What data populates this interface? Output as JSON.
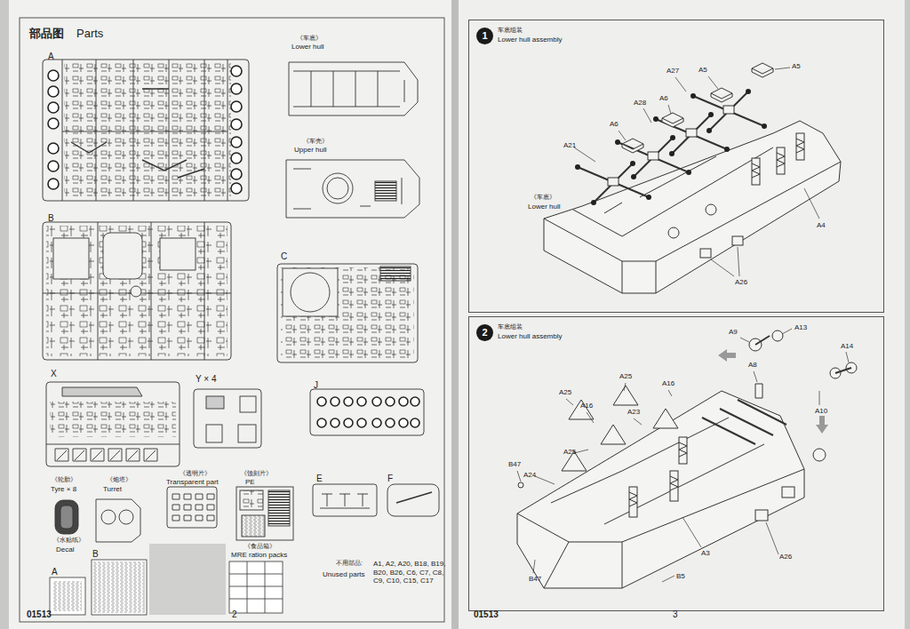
{
  "diagram": {
    "nodes": [
      {
        "text": [
          "车底组装",
          "Lower hull assembly"
        ]
      },
      {
        "text": [
          "1"
        ],
        "in": 0
      },
      {
        "text": [
          "车底组装",
          "Lower hull assembly"
        ]
      },
      {
        "text": [
          "2"
        ],
        "in": 2
      }
    ],
    "labels": [
      "部品图",
      "Parts",
      "A",
      "《车底》",
      "Lower hull",
      "《车壳》",
      "Upper hull",
      "B",
      "C",
      "X",
      "Y × 4",
      "J",
      "《轮胎》",
      "Tyre × 8",
      "《炮塔》",
      "Turret",
      "《透明片》",
      "Transparent part",
      "《蚀刻片》",
      "PE",
      "E",
      "F",
      "《水贴纸》",
      "Decal",
      "A",
      "B",
      "《食品箱》",
      "MRE ration packs",
      "不用部品:",
      "Unused parts",
      "A1, A2, A20, B18, B19, B20, B26, C6, C7, C8, C9, C10, C15, C17",
      "01513",
      "2",
      "01513",
      "3",
      "A5",
      "A27",
      "A5",
      "A28",
      "A6",
      "A6",
      "A21",
      "A4",
      "A26",
      "《车底》",
      "Lower hull",
      "A9",
      "A13",
      "A14",
      "A8",
      "A10",
      "A25",
      "A25",
      "A16",
      "A16",
      "A23",
      "A25",
      "B47",
      "A24",
      "B47",
      "A26",
      "A3",
      "B5"
    ]
  }
}
